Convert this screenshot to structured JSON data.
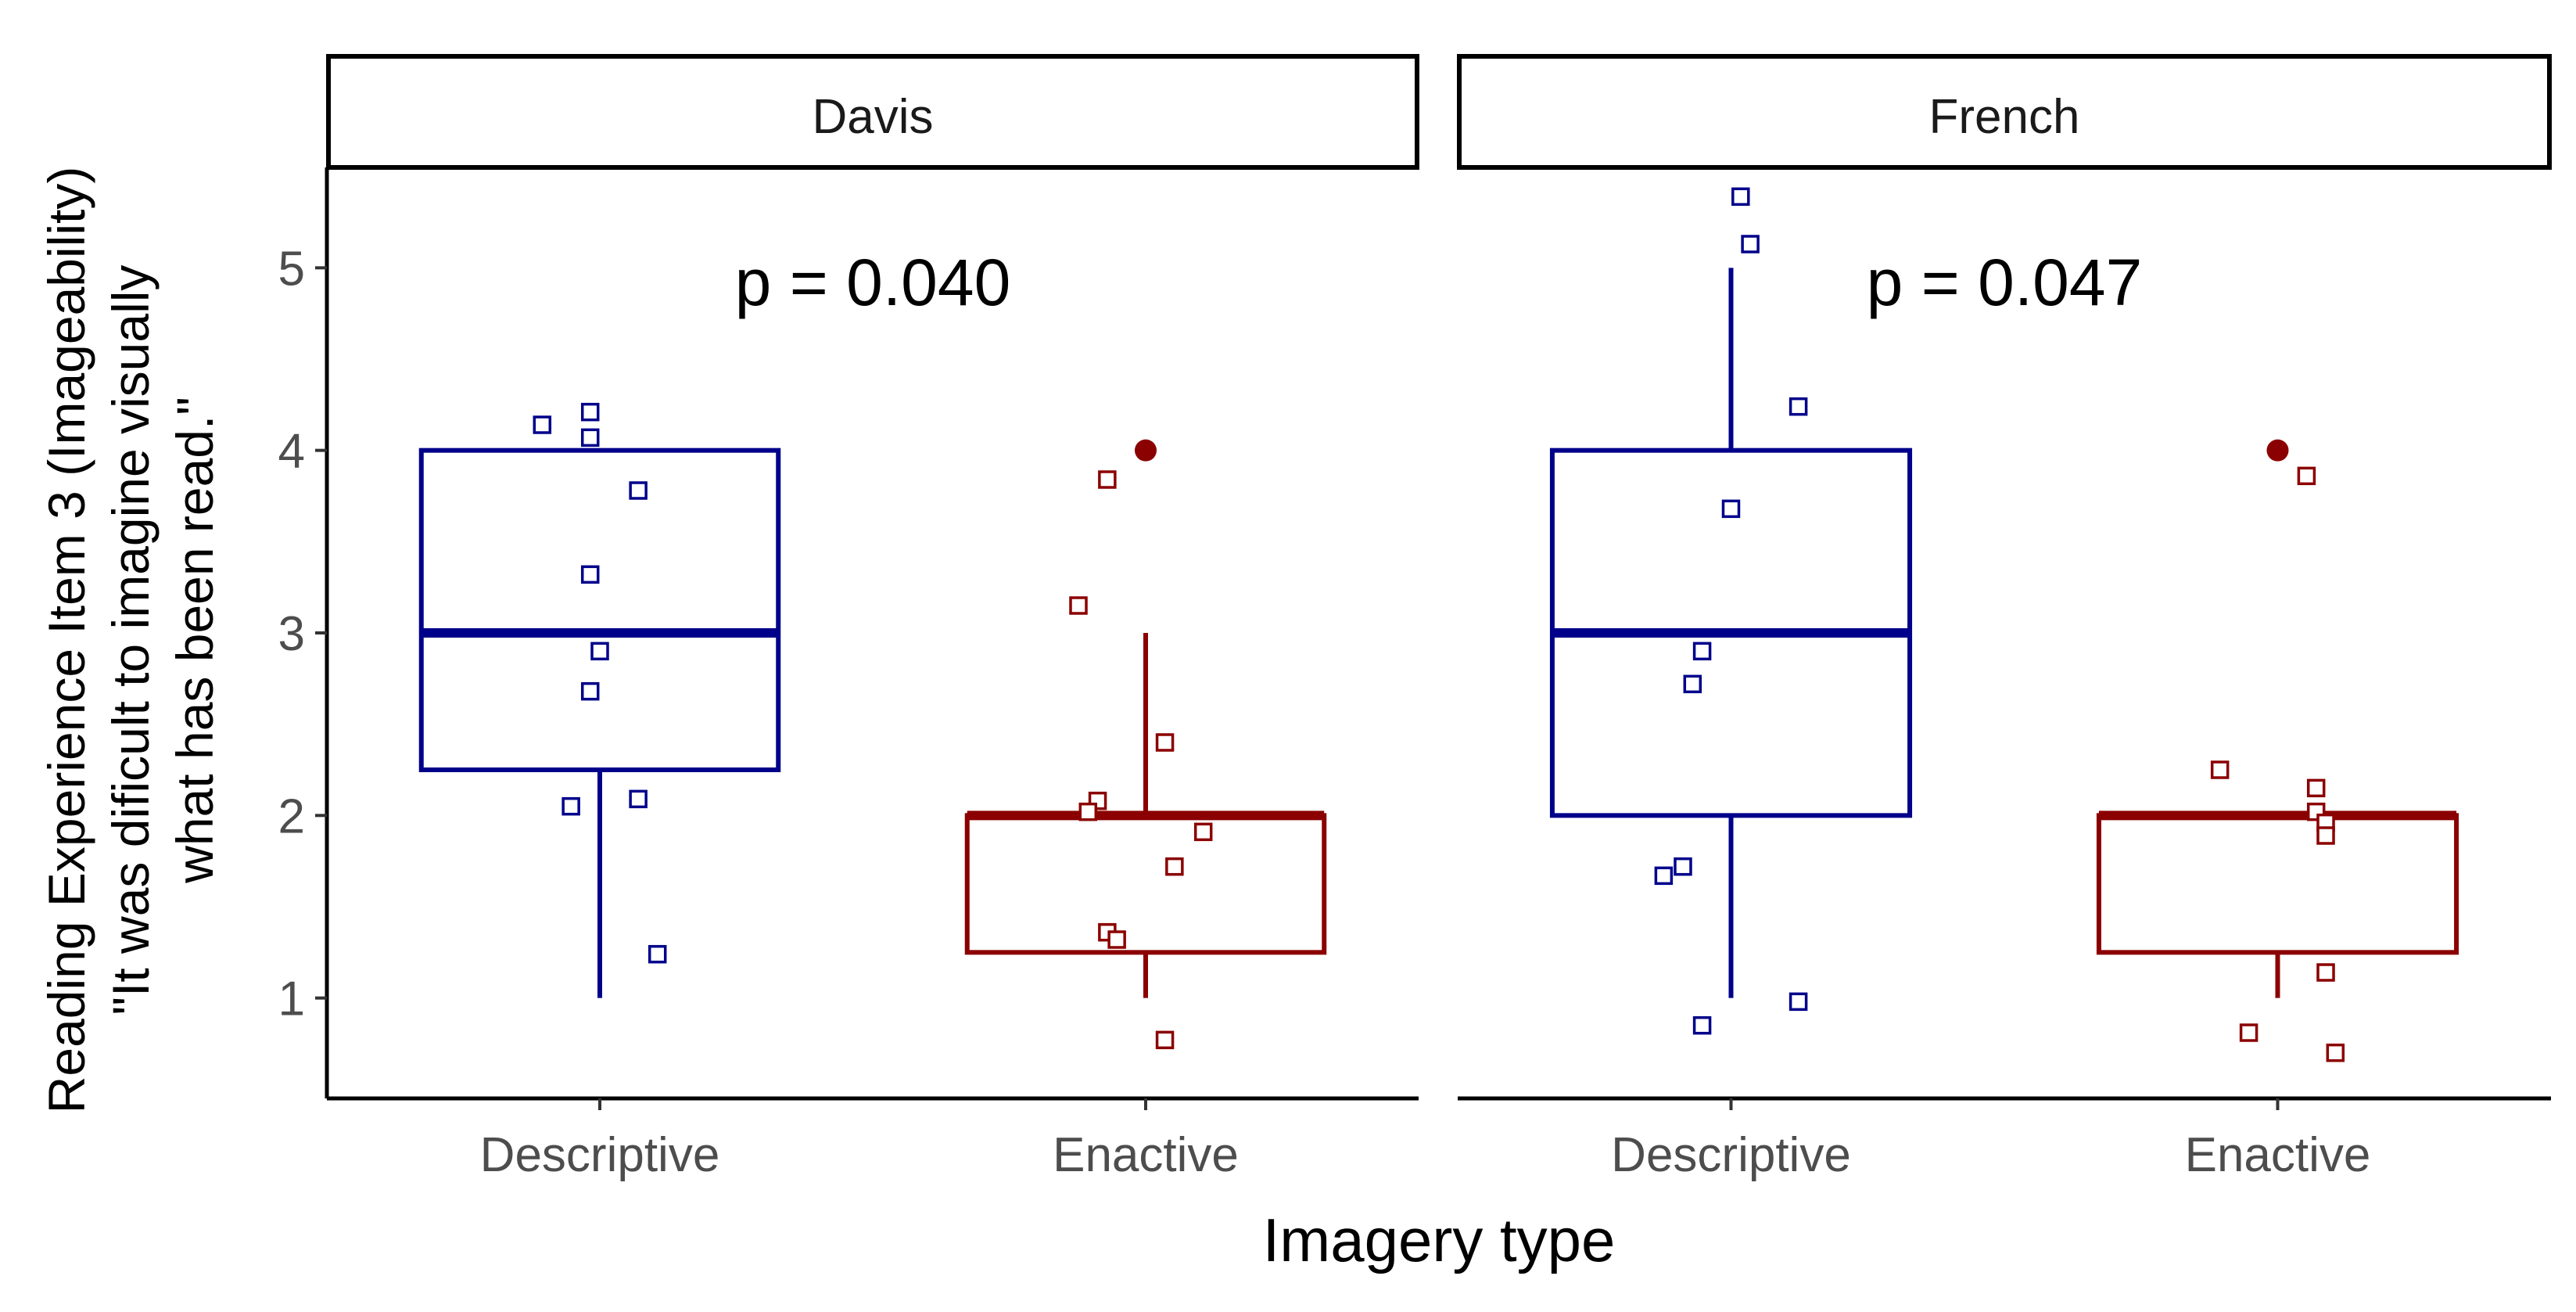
{
  "chart_data": {
    "type": "box",
    "ylabel_lines": [
      "Reading Experience Item 3 (Imageability)",
      "\"It was dificult to imagine visually",
      "what has been read.\""
    ],
    "xlabel": "Imagery type",
    "categories": [
      "Descriptive",
      "Enactive"
    ],
    "yticks": [
      1,
      2,
      3,
      4,
      5
    ],
    "ylim": [
      0.45,
      5.55
    ],
    "grid": false,
    "colors": {
      "Descriptive": "#00008b",
      "Enactive": "#8b0000"
    },
    "panels": [
      {
        "facet": "Davis",
        "annotation": "p = 0.040",
        "boxes": [
          {
            "category": "Descriptive",
            "min": 1,
            "q1": 2.25,
            "median": 3,
            "q3": 4,
            "max": 4,
            "outliers": [],
            "points": [
              4.14,
              4.21,
              4.07,
              3.78,
              3.32,
              2.9,
              2.68,
              2.05,
              2.09,
              1.24
            ],
            "jitter": [
              -0.06,
              -0.01,
              -0.01,
              0.04,
              -0.01,
              0.0,
              -0.01,
              -0.03,
              0.04,
              0.06
            ]
          },
          {
            "category": "Enactive",
            "min": 1,
            "q1": 1.25,
            "median": 2,
            "q3": 2,
            "max": 3,
            "outliers": [
              4
            ],
            "points": [
              3.84,
              3.15,
              2.4,
              2.08,
              2.02,
              1.91,
              1.72,
              1.36,
              1.32,
              0.77
            ],
            "jitter": [
              -0.04,
              -0.07,
              0.02,
              -0.05,
              -0.06,
              0.06,
              0.03,
              -0.04,
              -0.03,
              0.02
            ]
          }
        ]
      },
      {
        "facet": "French",
        "annotation": "p = 0.047",
        "boxes": [
          {
            "category": "Descriptive",
            "min": 1,
            "q1": 2,
            "median": 3,
            "q3": 4,
            "max": 5,
            "outliers": [],
            "points": [
              5.39,
              5.13,
              4.24,
              3.68,
              2.9,
              2.72,
              1.72,
              1.67,
              0.98,
              0.85
            ],
            "jitter": [
              0.01,
              0.02,
              0.07,
              0.0,
              -0.03,
              -0.04,
              -0.05,
              -0.07,
              0.07,
              -0.03
            ]
          },
          {
            "category": "Enactive",
            "min": 1,
            "q1": 1.25,
            "median": 2,
            "q3": 2,
            "max": 2,
            "outliers": [
              4
            ],
            "points": [
              3.86,
              2.25,
              2.15,
              2.02,
              1.96,
              1.89,
              1.14,
              0.81,
              0.7
            ],
            "jitter": [
              0.03,
              -0.06,
              0.04,
              0.04,
              0.05,
              0.05,
              0.05,
              -0.03,
              0.06
            ]
          }
        ]
      }
    ]
  }
}
